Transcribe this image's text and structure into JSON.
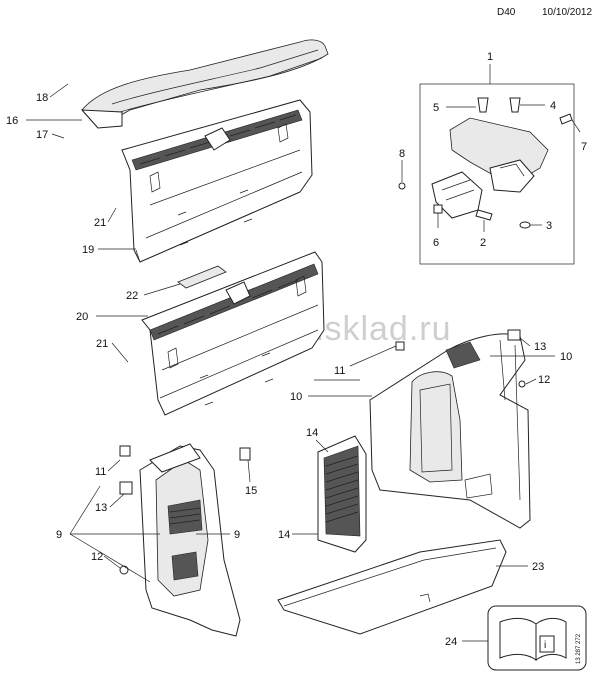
{
  "header": {
    "code": "D40",
    "date": "10/10/2012"
  },
  "watermark": "www.gmsklad.ru",
  "callouts": [
    {
      "label": "1"
    },
    {
      "label": "2"
    },
    {
      "label": "3"
    },
    {
      "label": "4"
    },
    {
      "label": "5"
    },
    {
      "label": "6"
    },
    {
      "label": "7"
    },
    {
      "label": "8"
    },
    {
      "label": "9"
    },
    {
      "label": "9"
    },
    {
      "label": "10"
    },
    {
      "label": "10"
    },
    {
      "label": "11"
    },
    {
      "label": "11"
    },
    {
      "label": "12"
    },
    {
      "label": "12"
    },
    {
      "label": "13"
    },
    {
      "label": "13"
    },
    {
      "label": "14"
    },
    {
      "label": "14"
    },
    {
      "label": "15"
    },
    {
      "label": "16"
    },
    {
      "label": "17"
    },
    {
      "label": "18"
    },
    {
      "label": "19"
    },
    {
      "label": "20"
    },
    {
      "label": "21"
    },
    {
      "label": "21"
    },
    {
      "label": "22"
    },
    {
      "label": "23"
    },
    {
      "label": "24"
    }
  ],
  "manual_icon": {
    "code": "13 287 272",
    "info_glyph": "i"
  }
}
